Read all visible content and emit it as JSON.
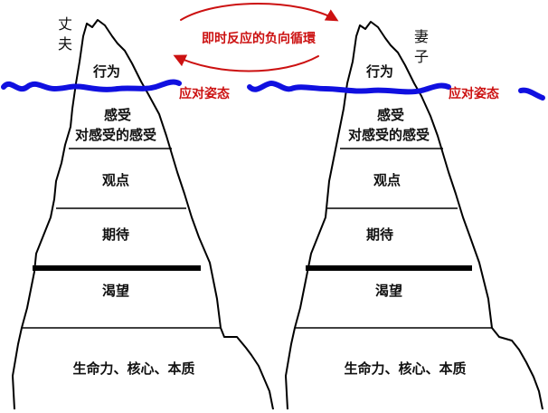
{
  "colors": {
    "water": "#1010e0",
    "accent_red": "#cc1111",
    "outline": "#000000"
  },
  "cycle_label": "即时反应的负向循環",
  "stance_label": "应对姿态",
  "icebergs": [
    {
      "person": "丈夫",
      "person_lines": [
        "丈",
        "夫"
      ],
      "layers": {
        "behavior": "行为",
        "feeling": "感受",
        "feeling_about_feeling": "对感受的感受",
        "viewpoint": "观点",
        "expectation": "期待",
        "longing": "渴望",
        "core": "生命力、核心、本质"
      }
    },
    {
      "person": "妻子",
      "person_lines": [
        "妻",
        "子"
      ],
      "layers": {
        "behavior": "行为",
        "feeling": "感受",
        "feeling_about_feeling": "对感受的感受",
        "viewpoint": "观点",
        "expectation": "期待",
        "longing": "渴望",
        "core": "生命力、核心、本质"
      }
    }
  ]
}
